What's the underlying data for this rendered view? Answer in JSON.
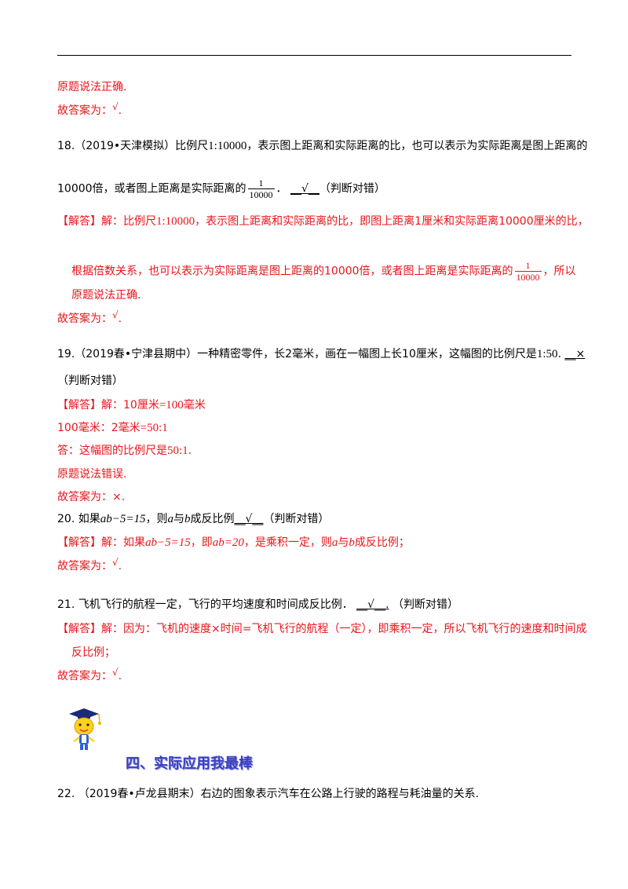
{
  "top": {
    "l1": "原题说法正确.",
    "l2_label": "故答案为：",
    "l2_mark": "√",
    "l2_end": "."
  },
  "q18": {
    "num": "18.",
    "source": "（2019•天津模拟）",
    "t1": "比例尺",
    "ratio": "1:10000",
    "t2": "，表示图上距离和实际距离的比，也可以表示为实际距离是图上距离的",
    "t3": "10000倍，或者图上距离是实际距离的",
    "frac_num": "1",
    "frac_den": "10000",
    "t4": "．",
    "blank": "__√__",
    "judge": "（判断对错）",
    "ans_tag": "【解答】",
    "ans_prefix": "解：比例尺",
    "ans_ratio": "1:10000",
    "ans_t1": "，表示图上距离和实际距离的比，即图上距离1厘米和实际距离10000厘米的比，",
    "ans_t2": "根据倍数关系，也可以表示为实际距离是图上距离的10000倍，或者图上距离是实际距离的",
    "ans_frac_num": "1",
    "ans_frac_den": "10000",
    "ans_t3": "，所以",
    "ans_t4": "原题说法正确.",
    "final_label": "故答案为：",
    "final_mark": "√",
    "final_end": "."
  },
  "q19": {
    "num": "19.",
    "source": "（2019春•宁津县期中）",
    "t1": "一种精密零件，长2毫米，画在一幅图上长10厘米，这幅图的比例尺是",
    "ratio": "1:50",
    "t2": ".",
    "blank": "__×",
    "judge": "（判断对错）",
    "ans_tag": "【解答】",
    "a1_pre": "解：10厘米",
    "a1_eq": "=100",
    "a1_post": "毫米",
    "a2_pre": "100毫米：2毫米",
    "a2_eq": "=50:1",
    "a3_pre": "答：这幅图的比例尺是",
    "a3_ratio": "50:1",
    "a3_end": ".",
    "a4": "原题说法错误.",
    "final_label": "故答案为：",
    "final_mark": "×",
    "final_end": "."
  },
  "q20": {
    "num": "20.",
    "t1": "如果",
    "expr": "ab−5=15",
    "t2": "，则",
    "a": "a",
    "t3": "与",
    "b": "b",
    "t4": "成反比例",
    "blank": "__√__",
    "judge": "（判断对错）",
    "ans_tag": "【解答】",
    "ans_t1": "解：如果",
    "ans_expr": "ab−5=15",
    "ans_t2": "，即",
    "ans_expr2": "ab=20",
    "ans_t3": "，是乘积一定，则",
    "ans_a": "a",
    "ans_t4": "与",
    "ans_b": "b",
    "ans_t5": "成反比例；",
    "final_label": "故答案为：",
    "final_mark": "√",
    "final_end": "."
  },
  "q21": {
    "num": "21.",
    "t1": "飞机飞行的航程一定，飞行的平均速度和时间成反比例．",
    "blank": "__√__.",
    "judge": "（判断对错）",
    "ans_tag": "【解答】",
    "ans_t1": "解：因为：飞机的速度×时间=飞机飞行的航程（一定），即乘积一定，所以飞机飞行的速度和时间成",
    "ans_t2": "反比例；",
    "final_label": "故答案为：",
    "final_mark": "√",
    "final_end": "."
  },
  "section": {
    "heading": "四、实际应用我最棒"
  },
  "q22": {
    "num": "22.",
    "source": "（2019春•卢龙县期末）",
    "t1": "右边的图象表示汽车在公路上行驶的路程与耗油量的关系."
  }
}
